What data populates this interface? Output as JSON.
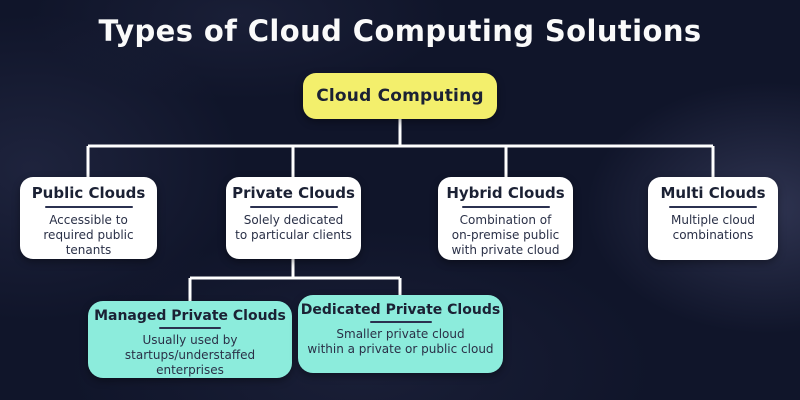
{
  "title": "Types of Cloud Computing Solutions",
  "colors": {
    "background": "#10152a",
    "heading_text": "#fafafa",
    "root_bg": "#f3ef6c",
    "node_bg": "#ffffff",
    "leaf_bg": "#8cecdc",
    "line": "#ffffff",
    "title_text": "#1b2134",
    "body_text": "#2a3047",
    "separator": "#2b3150"
  },
  "root": {
    "label": "Cloud Computing"
  },
  "level1": [
    {
      "title": "Public Clouds",
      "body": "Accessible to\nrequired public\ntenants"
    },
    {
      "title": "Private Clouds",
      "body": "Solely dedicated\nto particular clients"
    },
    {
      "title": "Hybrid Clouds",
      "body": "Combination of\non-premise public\nwith private cloud"
    },
    {
      "title": "Multi Clouds",
      "body": "Multiple cloud\ncombinations"
    }
  ],
  "level2": [
    {
      "title": "Managed Private Clouds",
      "body": "Usually used by\nstartups/understaffed\nenterprises"
    },
    {
      "title": "Dedicated Private Clouds",
      "body": "Smaller private cloud\nwithin a private or public cloud"
    }
  ]
}
